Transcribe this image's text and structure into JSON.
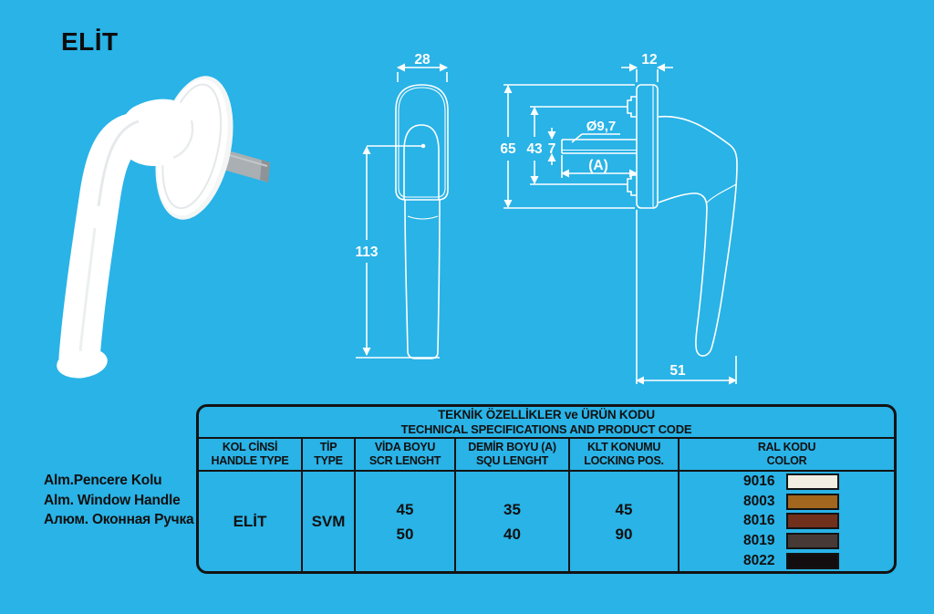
{
  "page": {
    "title": "ELİT",
    "bg_color": "#29b3e7"
  },
  "product_labels": {
    "tr": "Alm.Pencere Kolu",
    "en": "Alm. Window Handle",
    "ru": "Алюм. Оконная Ручка"
  },
  "drawings": {
    "line_color": "#ffffff",
    "front_view": {
      "dim_width": "28",
      "dim_grip_length": "113"
    },
    "side_view": {
      "dim_plate_thickness": "12",
      "dim_plate_height": "65",
      "dim_screw_spacing": "43",
      "dim_spindle_height": "7",
      "label_hole_diameter": "Ø9,7",
      "label_square_length": "(A)",
      "dim_handle_depth": "51"
    }
  },
  "spec_table": {
    "title_line1": "TEKNİK ÖZELLİKLER ve ÜRÜN KODU",
    "title_line2": "TECHNICAL SPECIFICATIONS AND PRODUCT CODE",
    "columns": [
      {
        "line1": "KOL CİNSİ",
        "line2": "HANDLE TYPE"
      },
      {
        "line1": "TİP",
        "line2": "TYPE"
      },
      {
        "line1": "VİDA BOYU",
        "line2": "SCR LENGHT"
      },
      {
        "line1": "DEMİR BOYU (A)",
        "line2": "SQU LENGHT"
      },
      {
        "line1": "KLT KONUMU",
        "line2": "LOCKING POS."
      },
      {
        "line1": "RAL KODU",
        "line2": "COLOR"
      }
    ],
    "row": {
      "handle_type": "ELİT",
      "type": "SVM",
      "screw_lengths": [
        "45",
        "50"
      ],
      "square_lengths": [
        "35",
        "40"
      ],
      "locking_positions": [
        "45",
        "90"
      ],
      "ral_colors": [
        {
          "code": "9016",
          "hex": "#f2efe2"
        },
        {
          "code": "8003",
          "hex": "#a2661e"
        },
        {
          "code": "8016",
          "hex": "#70301c"
        },
        {
          "code": "8019",
          "hex": "#473a36"
        },
        {
          "code": "8022",
          "hex": "#140d10"
        }
      ]
    }
  }
}
